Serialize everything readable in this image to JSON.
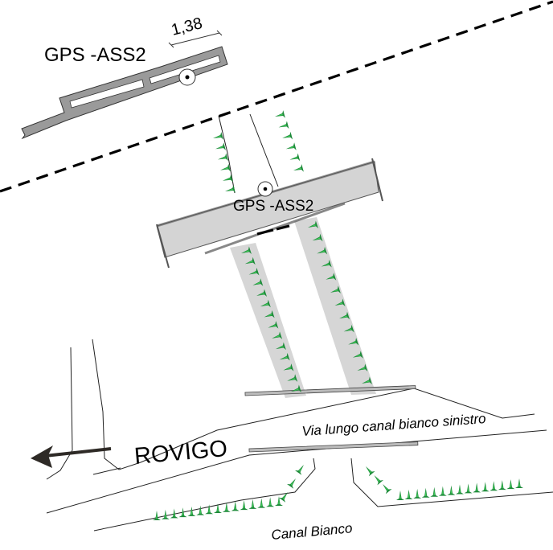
{
  "labels": {
    "inset_gps_label": "GPS -ASS2",
    "inset_dimension": "1,38",
    "bridge_gps_label": "GPS -ASS2",
    "road_name": "Via lungo canal bianco sinistro",
    "direction_label": "ROVIGO",
    "canal_name": "Canal Bianco"
  },
  "colors": {
    "vegetation_green": "#1e8a3a",
    "vegetation_highlight": "#3fcf5a",
    "bridge_deck": "#d4d4d4",
    "inset_section": "#9a9a9a",
    "pier_shading": "#d6d6d6",
    "arrow": "#2e2a26"
  },
  "symbols": {
    "gps_point": "survey-point-icon",
    "vegetation": "embankment-grass-tick",
    "direction": "arrow-left-icon"
  }
}
